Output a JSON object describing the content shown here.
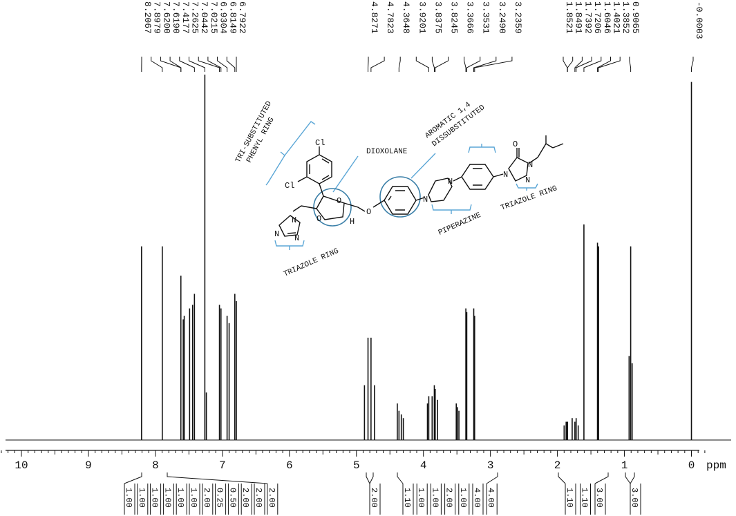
{
  "chart_data": {
    "type": "line",
    "title": "",
    "xlabel": "ppm",
    "ylabel": "",
    "xlim": [
      10.3,
      -0.55
    ],
    "x_ticks": [
      10,
      9,
      8,
      7,
      6,
      5,
      4,
      3,
      2,
      1,
      0
    ],
    "x_tick_labels": [
      "10",
      "9",
      "8",
      "7",
      "6",
      "5",
      "4",
      "3",
      "2",
      "1",
      "0"
    ],
    "grid": false,
    "peak_labels": [
      "8.2067",
      "7.8979",
      "7.6200",
      "7.6190",
      "7.4177",
      "7.2625",
      "7.0442",
      "7.0215",
      "6.9304",
      "6.8149",
      "6.7922",
      "4.8271",
      "4.7823",
      "4.3648",
      "3.9201",
      "3.8375",
      "3.8245",
      "3.3666",
      "3.3531",
      "3.2490",
      "3.2359",
      "1.8521",
      "1.8491",
      "1.7392",
      "1.7206",
      "1.6046",
      "1.4021",
      "1.3852",
      "0.9065",
      "-0.0003"
    ],
    "peaks": [
      {
        "x": 8.2067,
        "y": 0.53
      },
      {
        "x": 7.8979,
        "y": 0.53
      },
      {
        "x": 7.62,
        "y": 0.45
      },
      {
        "x": 7.585,
        "y": 0.33
      },
      {
        "x": 7.57,
        "y": 0.34
      },
      {
        "x": 7.49,
        "y": 0.36
      },
      {
        "x": 7.445,
        "y": 0.37
      },
      {
        "x": 7.4177,
        "y": 0.4
      },
      {
        "x": 7.2625,
        "y": 1.0
      },
      {
        "x": 7.24,
        "y": 0.13
      },
      {
        "x": 7.0442,
        "y": 0.37
      },
      {
        "x": 7.0215,
        "y": 0.36
      },
      {
        "x": 6.9304,
        "y": 0.34
      },
      {
        "x": 6.9,
        "y": 0.32
      },
      {
        "x": 6.8149,
        "y": 0.4
      },
      {
        "x": 6.7922,
        "y": 0.38
      },
      {
        "x": 4.88,
        "y": 0.15
      },
      {
        "x": 4.8271,
        "y": 0.28
      },
      {
        "x": 4.7823,
        "y": 0.28
      },
      {
        "x": 4.73,
        "y": 0.15
      },
      {
        "x": 4.39,
        "y": 0.1
      },
      {
        "x": 4.3648,
        "y": 0.08
      },
      {
        "x": 4.33,
        "y": 0.07
      },
      {
        "x": 4.3,
        "y": 0.06
      },
      {
        "x": 3.94,
        "y": 0.1
      },
      {
        "x": 3.9201,
        "y": 0.12
      },
      {
        "x": 3.87,
        "y": 0.12
      },
      {
        "x": 3.8375,
        "y": 0.15
      },
      {
        "x": 3.8245,
        "y": 0.14
      },
      {
        "x": 3.79,
        "y": 0.11
      },
      {
        "x": 3.51,
        "y": 0.1
      },
      {
        "x": 3.49,
        "y": 0.09
      },
      {
        "x": 3.47,
        "y": 0.08
      },
      {
        "x": 3.3666,
        "y": 0.36
      },
      {
        "x": 3.3531,
        "y": 0.35
      },
      {
        "x": 3.249,
        "y": 0.36
      },
      {
        "x": 3.2359,
        "y": 0.34
      },
      {
        "x": 1.9,
        "y": 0.04
      },
      {
        "x": 1.87,
        "y": 0.05
      },
      {
        "x": 1.8521,
        "y": 0.05
      },
      {
        "x": 1.8491,
        "y": 0.05
      },
      {
        "x": 1.78,
        "y": 0.06
      },
      {
        "x": 1.7392,
        "y": 0.05
      },
      {
        "x": 1.7206,
        "y": 0.06
      },
      {
        "x": 1.69,
        "y": 0.04
      },
      {
        "x": 1.6046,
        "y": 0.59
      },
      {
        "x": 1.4021,
        "y": 0.54
      },
      {
        "x": 1.3852,
        "y": 0.53
      },
      {
        "x": 0.93,
        "y": 0.23
      },
      {
        "x": 0.9065,
        "y": 0.53
      },
      {
        "x": 0.885,
        "y": 0.21
      },
      {
        "x": -0.0003,
        "y": 0.98
      }
    ],
    "integrals": [
      {
        "group": "aromatic",
        "labels": [
          "1.00",
          "1.00",
          "1.00",
          "1.00",
          "1.00",
          "1.00",
          "2.00",
          "0.25",
          "0.50",
          "2.00",
          "2.00",
          "2.00"
        ]
      },
      {
        "group": "mid1",
        "labels": [
          "2.00"
        ]
      },
      {
        "group": "mid2",
        "labels": [
          "1.10",
          "1.00",
          "1.00",
          "2.00",
          "1.00",
          "4.00",
          "4.00"
        ]
      },
      {
        "group": "aliph",
        "labels": [
          "1.10",
          "1.10",
          "3.00"
        ]
      },
      {
        "group": "methyl",
        "labels": [
          "3.00"
        ]
      }
    ]
  },
  "structure": {
    "tri_substituted": "TRI-SUBSTITUTED",
    "phenyl_ring": "PHENYL RING",
    "dioxolane": "DIOXOLANE",
    "aromatic_14": "AROMATIC 1,4",
    "dissubstituted": "DISSUBSTITUTED",
    "piperazine": "PIPERAZINE",
    "triazole_left": "TRIAZOLE RING",
    "triazole_right": "TRIAZOLE RING",
    "cl_top": "Cl",
    "cl_left": "Cl",
    "n1": "N",
    "n2": "N",
    "n3": "N",
    "o1": "O",
    "o2": "O",
    "o3": "O",
    "h": "H",
    "n_pip1": "N",
    "n_pip2": "N",
    "n_tri1": "N",
    "n_tri2": "N",
    "n_tri3": "N",
    "o_tri": "O"
  },
  "colors": {
    "trace": "#111111",
    "annotation": "#2a7ab0",
    "bracket": "#5aa6d6"
  }
}
